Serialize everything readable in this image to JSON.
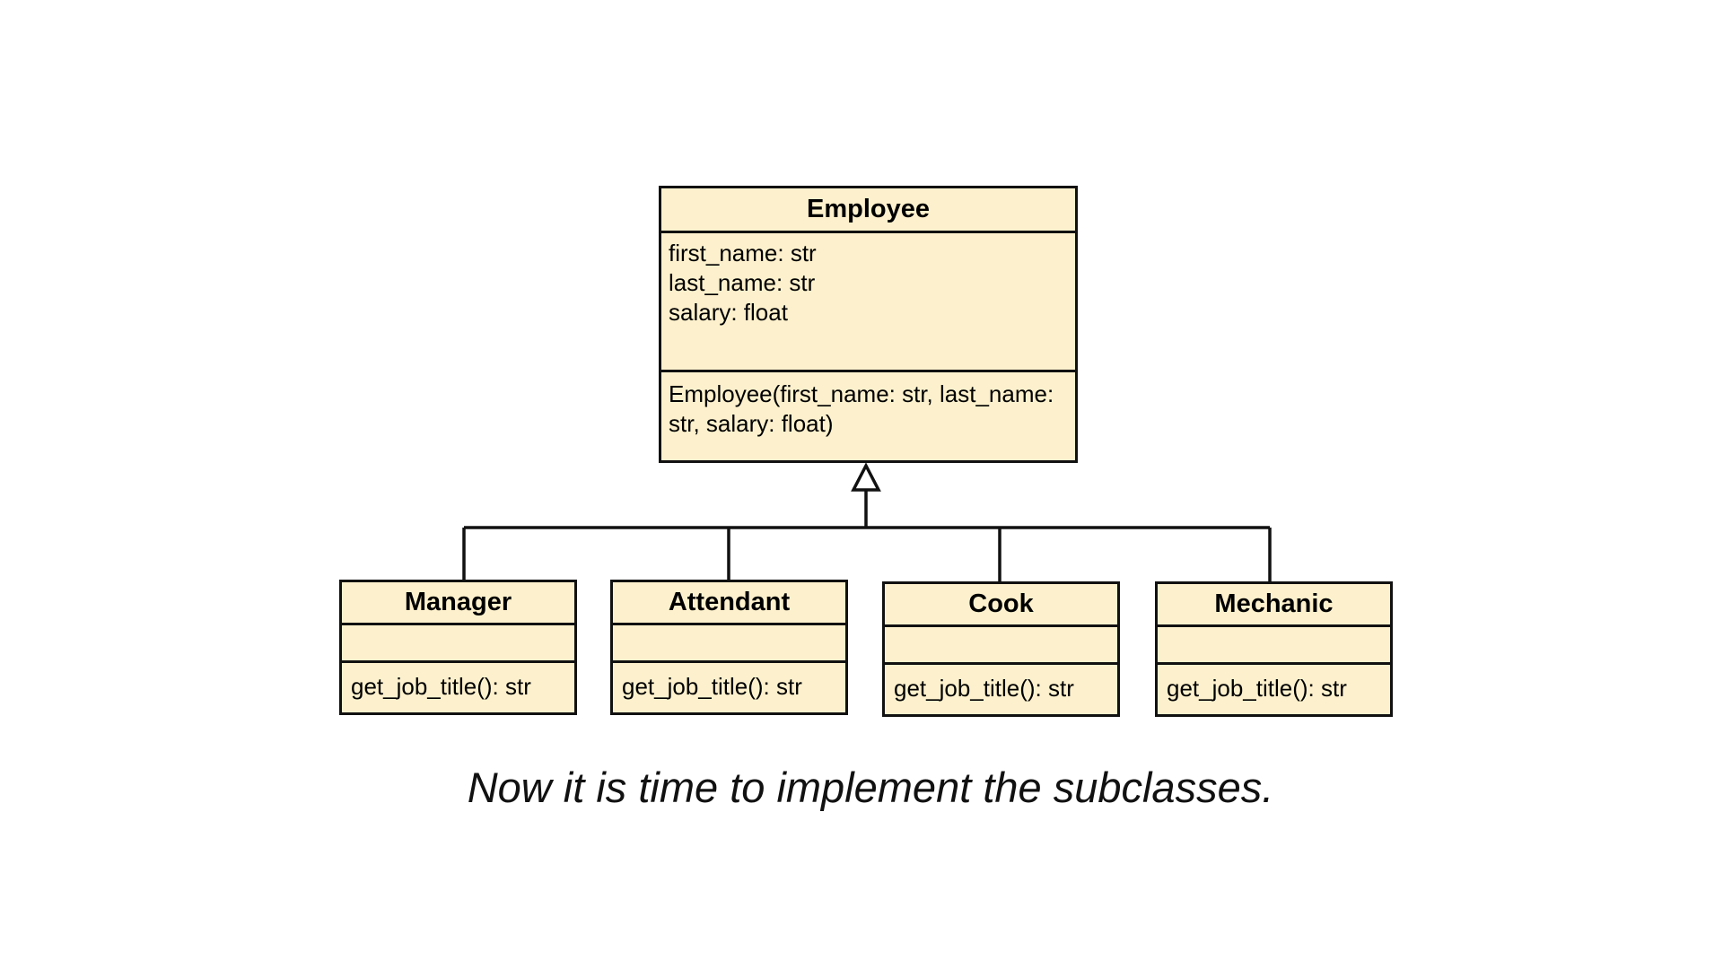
{
  "diagram": {
    "parent": {
      "name": "Employee",
      "attributes": [
        "first_name: str",
        "last_name: str",
        "salary: float"
      ],
      "operations": [
        "Employee(first_name: str, last_name:",
        "str, salary: float)"
      ]
    },
    "subclasses": [
      {
        "name": "Manager",
        "operations": [
          "get_job_title(): str"
        ]
      },
      {
        "name": "Attendant",
        "operations": [
          "get_job_title(): str"
        ]
      },
      {
        "name": "Cook",
        "operations": [
          "get_job_title(): str"
        ]
      },
      {
        "name": "Mechanic",
        "operations": [
          "get_job_title(): str"
        ]
      }
    ],
    "relationship": "generalization",
    "colors": {
      "box_fill": "#fdf1cd",
      "stroke": "#111111"
    }
  },
  "caption": "Now it is time to implement the subclasses."
}
